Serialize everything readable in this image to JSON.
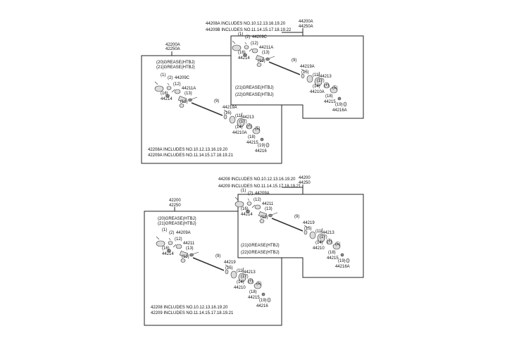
{
  "diagrams": [
    {
      "header": {
        "left_line1": "44208A INCLUDES NO.10.12.13.16.19.20",
        "left_line2": "44209B INCLUDES NO.11.14.15.17.18.19.22",
        "right_line1": "44200A",
        "right_line2": "44250A"
      },
      "grease": [
        "(21)GREASE(HTBJ)",
        "(22)GREASE(HTBJ)"
      ],
      "labels": {
        "n1": "(1)",
        "n2": "(2)",
        "n16": "(16)",
        "p44214": "44214",
        "p44209": "44209C",
        "n12": "(12)",
        "p44211": "44211A",
        "n13": "(13)",
        "n10": "(10)",
        "n9": "(9)",
        "p44219": "44219A",
        "n15": "(15)",
        "n11": "(11)",
        "p44213": "44213",
        "n17": "(17)",
        "n14": "(14)",
        "p44210": "44210A",
        "n7": "(7)",
        "n5": "(5)",
        "n18": "(18)",
        "p44215": "44215",
        "n19": "(19)",
        "p44216": "44216A"
      }
    },
    {
      "header": {
        "line1": "42200A",
        "line2": "42250A"
      },
      "grease": [
        "(20)GREASE(HTBJ)",
        "(21)GREASE(HTBJ)"
      ],
      "footer": {
        "line1": "42208A INCLUDES NO.10.12.13.16.19.20",
        "line2": "42209A INCLUDES NO.11.14.15.17.18.19.21"
      },
      "labels": {
        "n1": "(1)",
        "n2": "(2)",
        "n16": "(16)",
        "p44214": "44214",
        "p44209": "44209C",
        "n12": "(12)",
        "p44211": "44211A",
        "n13": "(13)",
        "n10": "(10)",
        "n9": "(9)",
        "p44219": "44219A",
        "n15": "(15)",
        "n11": "(11)",
        "p44213": "44213",
        "n17": "(17)",
        "n14": "(14)",
        "p44210": "44210A",
        "n7": "(7)",
        "n5": "(5)",
        "n18": "(18)",
        "p44215": "44215",
        "n19": "(19)",
        "p44216": "44216"
      }
    },
    {
      "header": {
        "left_line1": "44208 INCLUDES NO.10.12.13.16.19.20",
        "left_line2": "44209 INCLUDES NO.11.14.15.17.18.19.21",
        "right_line1": "44200",
        "right_line2": "44250"
      },
      "grease": [
        "(21)GREASE(HTBJ)",
        "(22)GREASE(HTBJ)"
      ],
      "labels": {
        "n1": "(1)",
        "n2": "(2)",
        "n16": "(16)",
        "p44214": "44214",
        "p44209": "44209A",
        "n12": "(12)",
        "p44211": "44211",
        "n13": "(13)",
        "n10": "(10)",
        "n9": "(9)",
        "p44219": "44219",
        "n15": "(15)",
        "n11": "(11)",
        "p44213": "44213",
        "n17": "(17)",
        "n14": "(14)",
        "p44210": "44210",
        "n7": "(7)",
        "n5": "(5)",
        "n18": "(18)",
        "p44215": "44215",
        "n19": "(19)",
        "p44216": "44216A"
      }
    },
    {
      "header": {
        "line1": "42200",
        "line2": "42250"
      },
      "grease": [
        "(20)GREASE(HTBJ)",
        "(21)GREASE(HTBJ)"
      ],
      "footer": {
        "line1": "42208  INCLUDES NO.10.12.13.16.19.20",
        "line2": "42209  INCLUDES NO.11.14.15.17.18.19.21"
      },
      "labels": {
        "n1": "(1)",
        "n2": "(2)",
        "n16": "(16)",
        "p44214": "44214",
        "p44209": "44209A",
        "n12": "(12)",
        "p44211": "44211",
        "n13": "(13)",
        "n10": "(10)",
        "n9": "(9)",
        "p44219": "44219",
        "n15": "(15)",
        "n11": "(11)",
        "p44213": "44213",
        "n17": "(17)",
        "n14": "(14)",
        "p44210": "44210",
        "n7": "(7)",
        "n5": "(5)",
        "n18": "(18)",
        "p44215": "44215",
        "n19": "(19)",
        "p44216": "44216"
      }
    }
  ]
}
